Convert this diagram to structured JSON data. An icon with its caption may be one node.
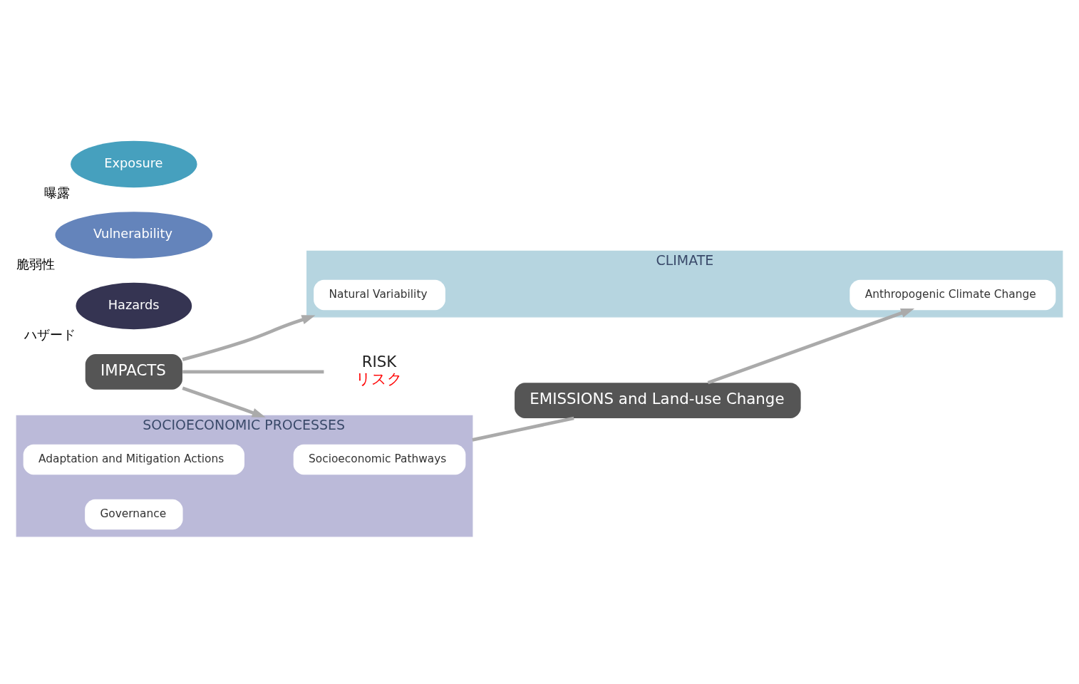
{
  "diagram": {
    "nodes": [
      {
        "text": [
          "IMPACTS"
        ]
      },
      {
        "text": [
          "CLIMATE"
        ]
      },
      {
        "text": [
          "Natural Variability"
        ],
        "in": 1
      },
      {
        "text": [
          "Anthropogenic Climate Change"
        ],
        "in": 1
      },
      {
        "text": [
          "Hazards"
        ],
        "beside": [
          "ハザード"
        ]
      },
      {
        "text": [
          "Vulnerability"
        ],
        "beside": [
          "脆弱性"
        ]
      },
      {
        "text": [
          "RISK",
          "リスク"
        ]
      },
      {
        "text": [
          "Exposure"
        ],
        "beside": [
          "曝露"
        ]
      },
      {
        "text": [
          "SOCIOECONOMIC PROCESSES"
        ]
      },
      {
        "text": [
          "Socioeconomic Pathways"
        ],
        "in": 8
      },
      {
        "text": [
          "Adaptation and Mitigation Actions"
        ],
        "in": 8
      },
      {
        "text": [
          "Governance"
        ],
        "in": 8
      },
      {
        "text": [
          "EMISSIONS and Land-use Change"
        ]
      }
    ],
    "edges": [
      {
        "from": 0,
        "to": 1,
        "arrow": "to"
      },
      {
        "from": 0,
        "to": 8,
        "arrow": "to"
      },
      {
        "from": 0,
        "to": 6,
        "arrow": "none"
      },
      {
        "from": 8,
        "to": 12,
        "arrow": "none"
      },
      {
        "from": 12,
        "to": 3,
        "arrow": "to"
      }
    ]
  }
}
